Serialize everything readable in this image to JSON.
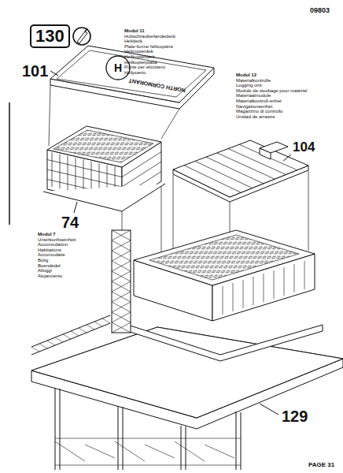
{
  "diagram": {
    "nodes": [
      {
        "text": [
          "130"
        ]
      }
    ],
    "labels": [
      "09803",
      "101",
      "Modul 11",
      "Hubschrauberlandedeck",
      "Helideck",
      "Plate-forme hélicoptère",
      "Helicopterdek",
      "Helikopterdæk",
      "Helikopterplatta",
      "Ponte per elicottero",
      "Helipuerto",
      "NORTH CORMORANT",
      "Modul 12",
      "Materialkontrolle",
      "Logging unit",
      "Module de stockage pour matériel",
      "Materiaalmodule",
      "Materialkontroll-enhet",
      "Navigationsenhet",
      "Magazzino di controllo",
      "Unidad de arrastre",
      "104",
      "74",
      "Modul 7",
      "Unterkunftseinheit",
      "Accomodation",
      "Habitations",
      "Accomodatie",
      "Bolig",
      "Boendedel",
      "Alloggi",
      "Alojamiento",
      "129",
      "PAGE 31",
      "H"
    ]
  }
}
